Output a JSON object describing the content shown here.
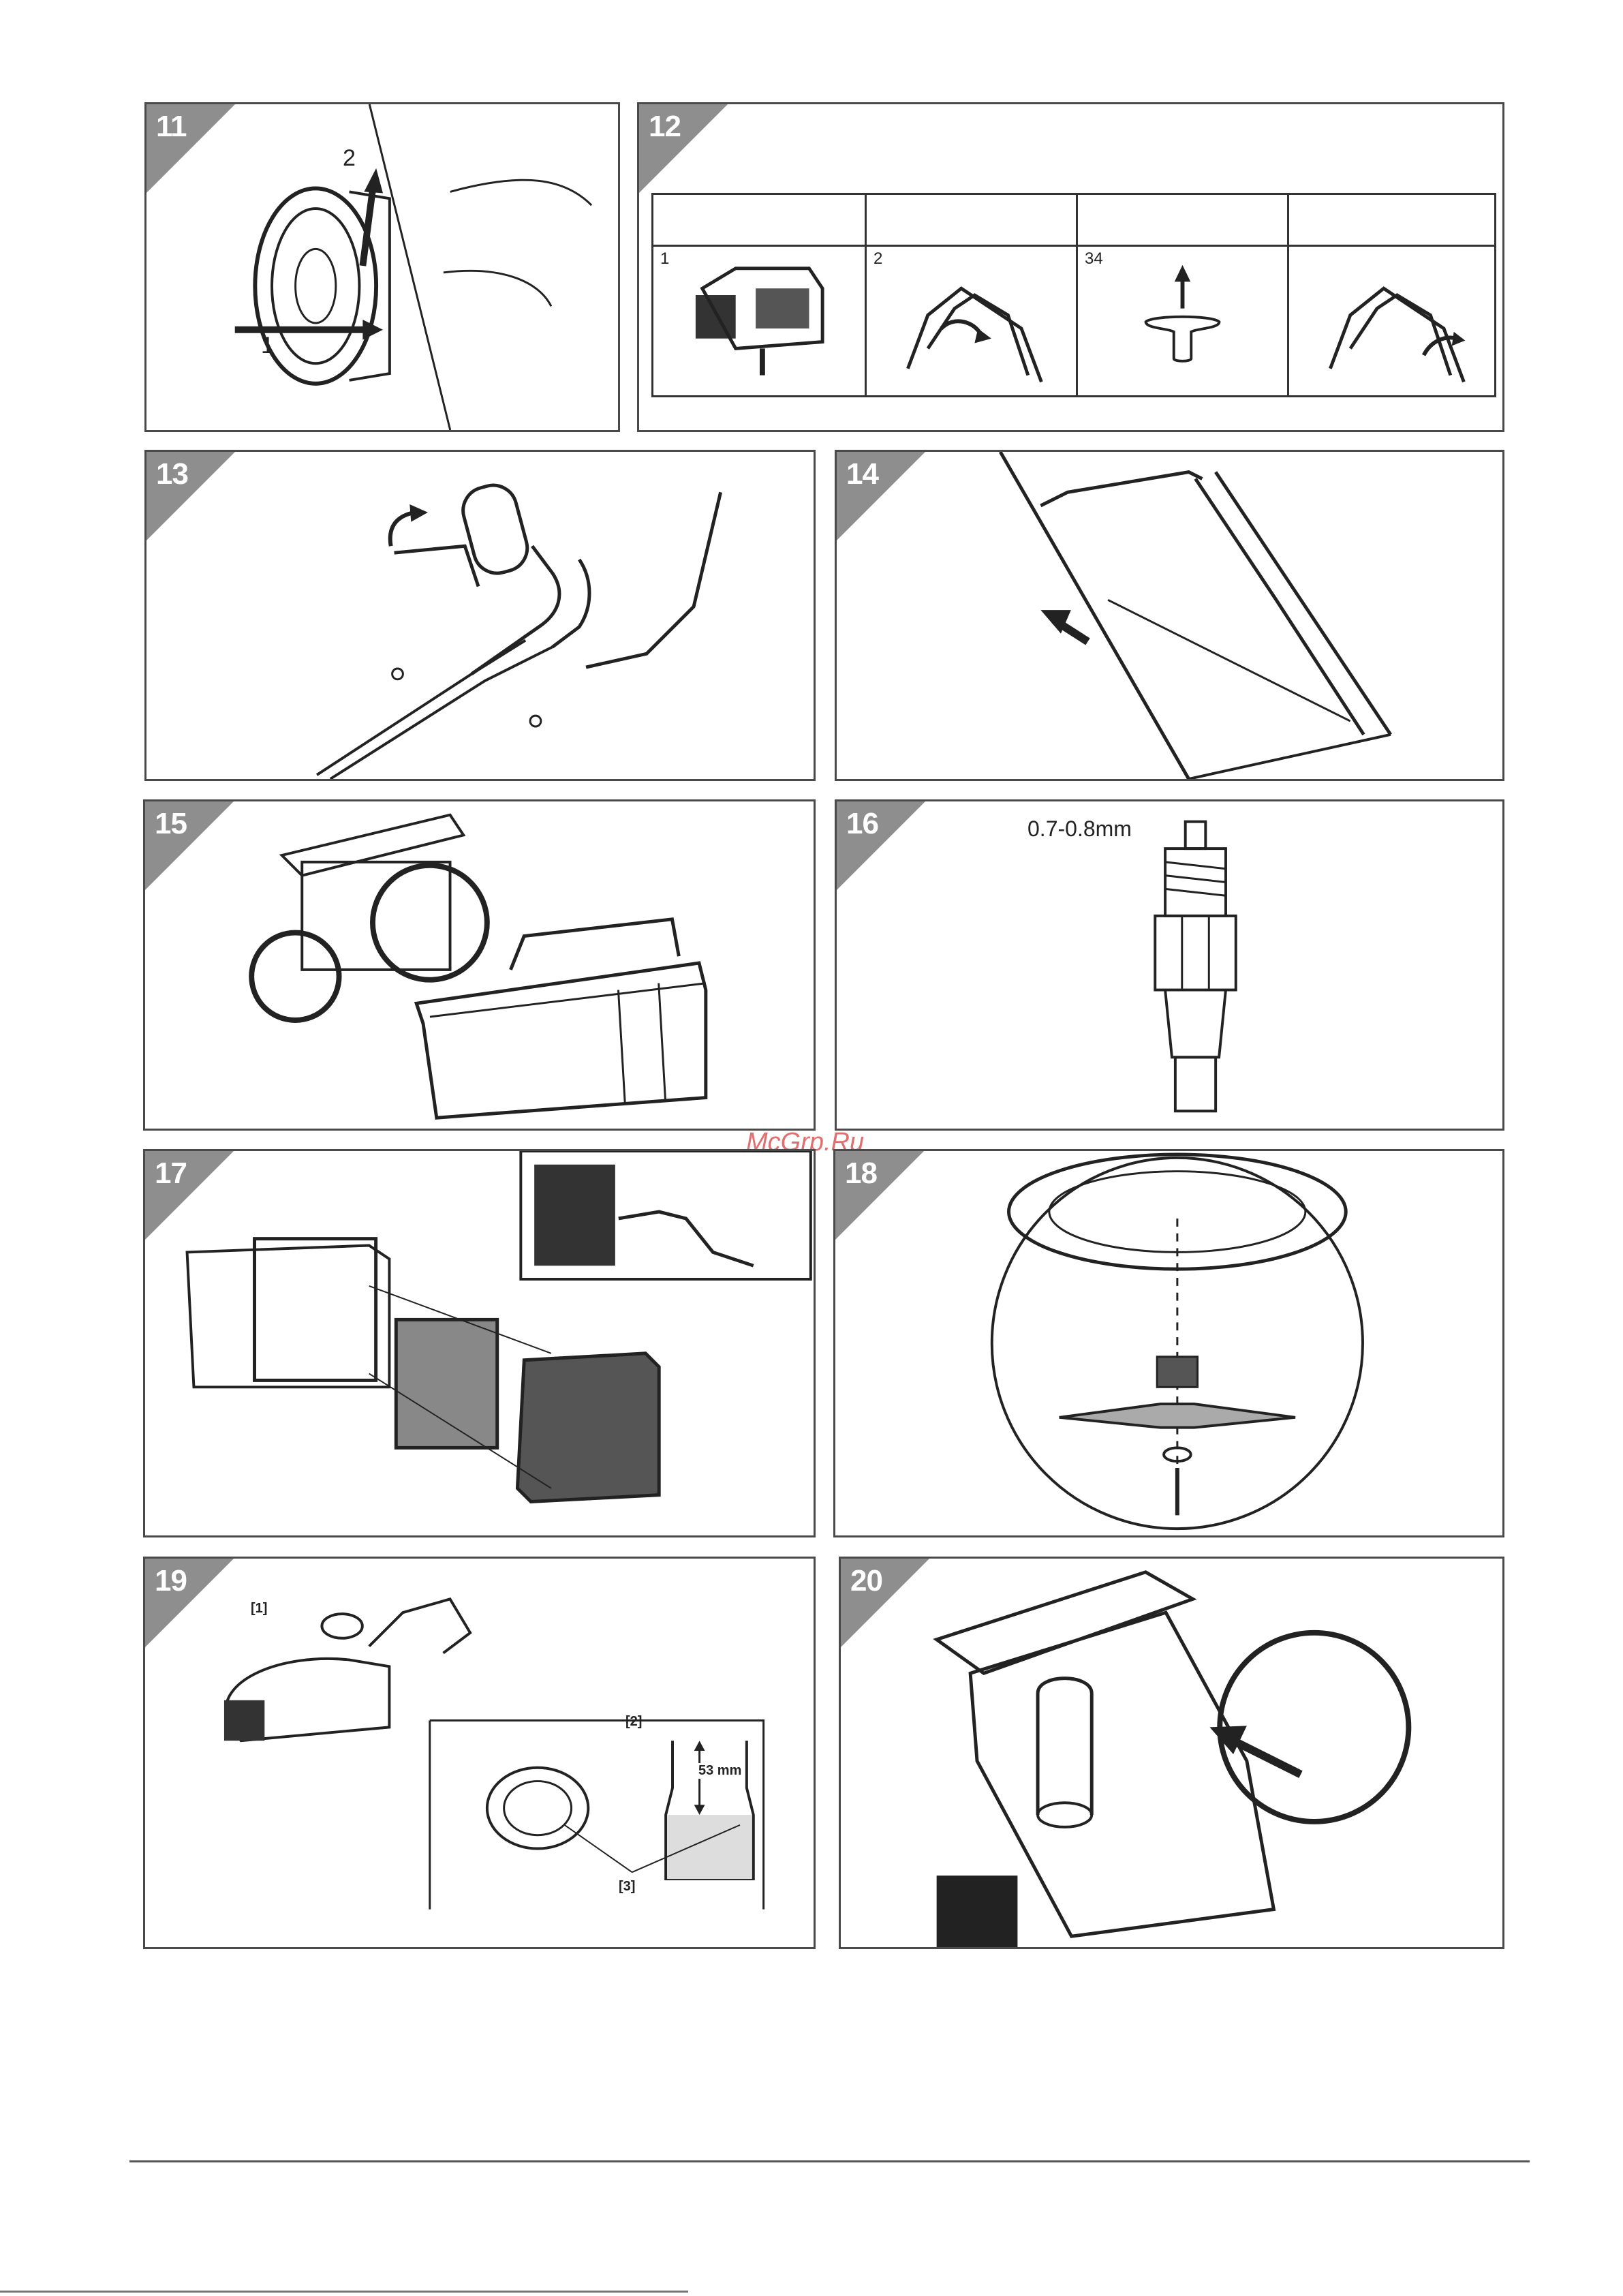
{
  "watermark": "McGrp.Ru",
  "figures": [
    {
      "id": "fig11",
      "number": "11",
      "labels": [
        "1",
        "2"
      ]
    },
    {
      "id": "fig12",
      "number": "12",
      "cells": [
        "1",
        "2",
        "34",
        ""
      ]
    },
    {
      "id": "fig13",
      "number": "13"
    },
    {
      "id": "fig14",
      "number": "14"
    },
    {
      "id": "fig15",
      "number": "15"
    },
    {
      "id": "fig16",
      "number": "16",
      "gap_label": "0.7-0.8mm"
    },
    {
      "id": "fig17",
      "number": "17"
    },
    {
      "id": "fig18",
      "number": "18"
    },
    {
      "id": "fig19",
      "number": "19",
      "callouts": [
        "[1]",
        "[2]",
        "[3]"
      ],
      "level_label": "53 mm"
    },
    {
      "id": "fig20",
      "number": "20"
    }
  ]
}
